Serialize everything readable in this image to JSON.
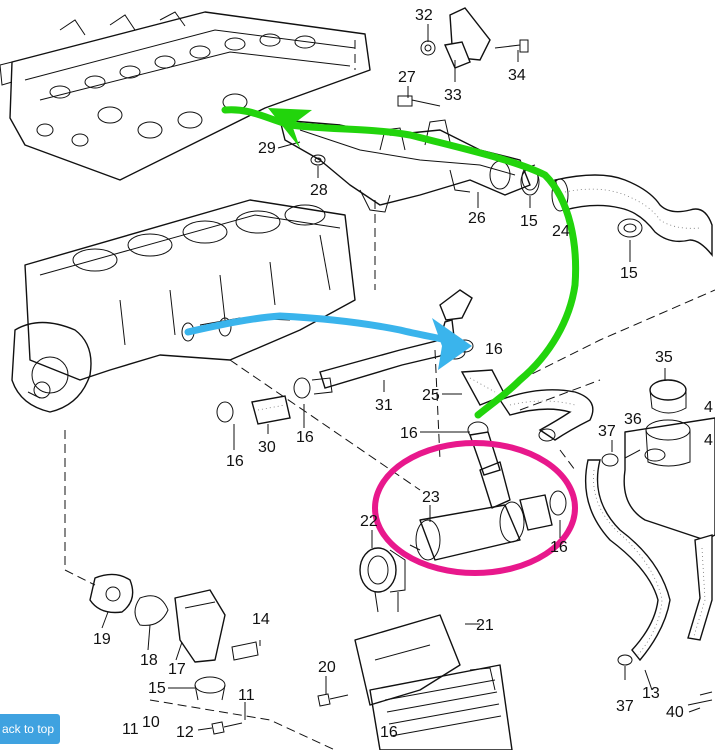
{
  "callouts": [
    "32",
    "34",
    "33",
    "27",
    "29",
    "28",
    "26",
    "15",
    "24",
    "15",
    "16",
    "35",
    "25",
    "31",
    "16",
    "16",
    "30",
    "16",
    "36",
    "37",
    "4",
    "4",
    "23",
    "22",
    "16",
    "21",
    "14",
    "19",
    "18",
    "17",
    "15",
    "11",
    "20",
    "13",
    "37",
    "40",
    "16",
    "12",
    "11",
    "10"
  ],
  "highlight_colors": {
    "green": "#22d40c",
    "blue": "#3ab4ec",
    "magenta": "#e8188c"
  },
  "back_to_top": {
    "label": "ack to top"
  }
}
